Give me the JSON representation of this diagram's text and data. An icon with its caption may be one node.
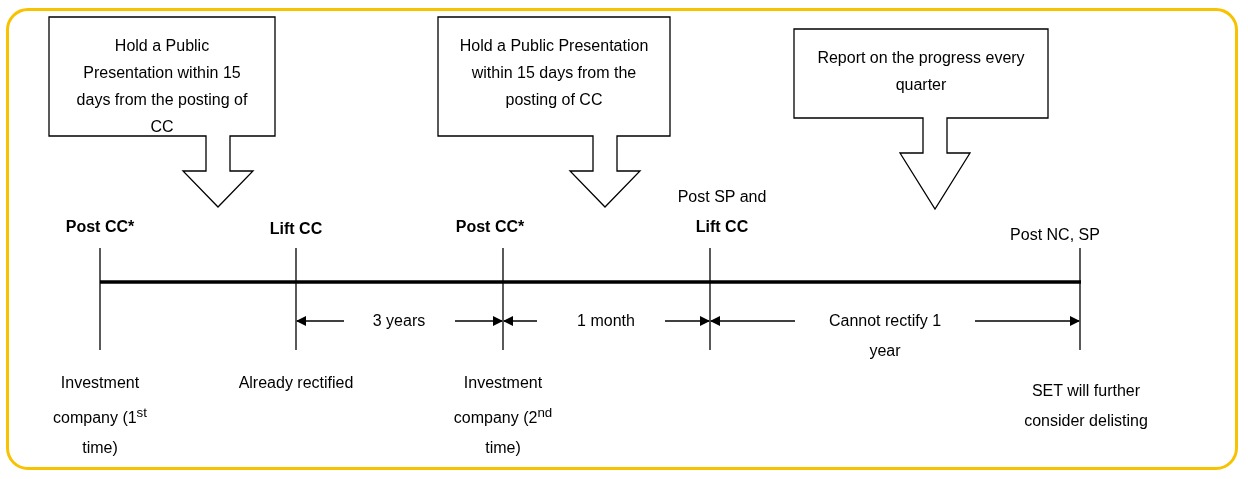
{
  "diagram": {
    "nodes": [
      {
        "text": [
          "Hold a Public Presentation within 15 days from the posting of CC"
        ]
      },
      {
        "text": [
          "Hold a Public Presentation within 15 days from the posting of CC"
        ]
      },
      {
        "text": [
          "Report on the progress every quarter"
        ]
      }
    ],
    "labels": [
      "Post CC*",
      "Lift CC",
      "Post CC*",
      "Post SP and **Lift CC**",
      "Post NC, SP",
      "3 years",
      "1 month",
      "Cannot rectify 1 year",
      "Investment company (1$^{st}$ time)",
      "Already rectified",
      "Investment company (2$^{nd}$ time)",
      "SET will further consider delisting"
    ]
  }
}
